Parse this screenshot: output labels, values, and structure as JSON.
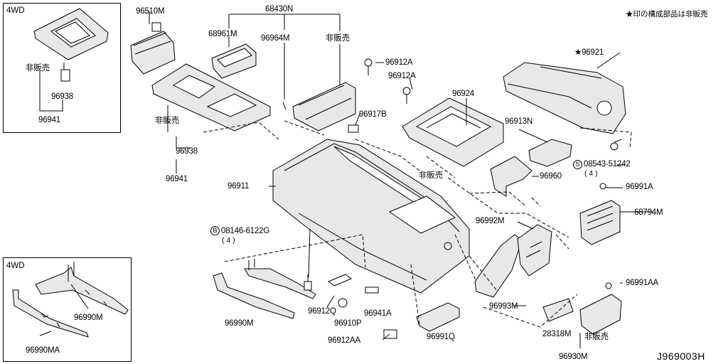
{
  "footnote": "★印の構成部品は非販売",
  "doc_id": "J969003H",
  "inset_top": {
    "title": "4WD",
    "labels": {
      "not_sold": "非販売",
      "part_a": "96938",
      "part_b": "96941"
    }
  },
  "inset_bottom": {
    "title": "4WD",
    "labels": {
      "part_a": "96990M",
      "part_b": "96990MA"
    }
  },
  "parts": {
    "p96510M": "96510M",
    "p68430N": "68430N",
    "p68961M": "68961M",
    "p96964M": "96964M",
    "not_sold_1": "非販売",
    "p96912A_1": "96912A",
    "p96912A_2": "96912A",
    "p96921": "★96921",
    "p96924": "96924",
    "p96917B": "96917B",
    "not_sold_2": "非販売",
    "p96938": "96938",
    "p96941": "96941",
    "p96913N": "96913N",
    "p08543": "08543-51242",
    "p08543_qty": "( 4 )",
    "p08543_sym": "S",
    "p96911": "96911",
    "p96960": "96960",
    "not_sold_3": "非販売",
    "p96991A": "96991A",
    "p68794M": "68794M",
    "p96992M": "96992M",
    "p08146": "08146-6122G",
    "p08146_qty": "( 4 )",
    "p08146_sym": "B",
    "p96991AA": "96991AA",
    "p96993M": "96993M",
    "p96912Q": "96912Q",
    "p96941A": "96941A",
    "p96990M": "96990M",
    "p96910P": "96910P",
    "p28318M": "28318M",
    "not_sold_4": "非販売",
    "p96912AA": "96912AA",
    "p96991Q": "96991Q",
    "p96930M": "96930M"
  }
}
